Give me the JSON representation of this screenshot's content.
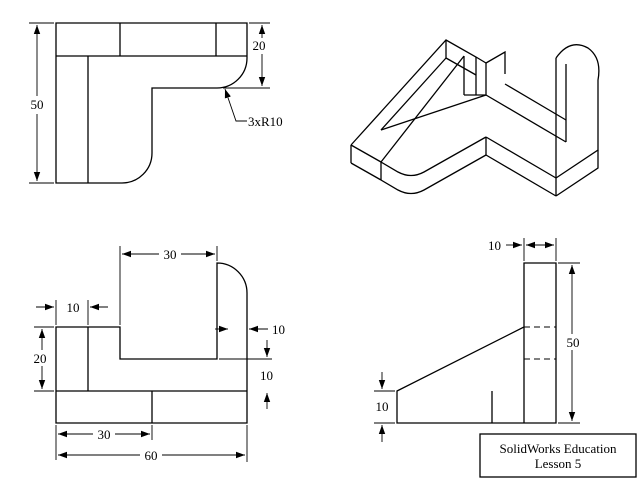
{
  "colors": {
    "line": "#000000",
    "background": "#ffffff"
  },
  "top_view": {
    "dim_height": "50",
    "dim_step": "20",
    "dim_radius": "3xR10"
  },
  "front_view": {
    "dim_slot": "30",
    "dim_left": "10",
    "dim_height": "20",
    "dim_right": "10",
    "dim_bottom": "10",
    "dim_half": "30",
    "dim_total": "60"
  },
  "side_view": {
    "dim_top": "10",
    "dim_height": "50",
    "dim_bottom": "10"
  },
  "title_block": {
    "line1": "SolidWorks Education",
    "line2": "Lesson 5"
  }
}
